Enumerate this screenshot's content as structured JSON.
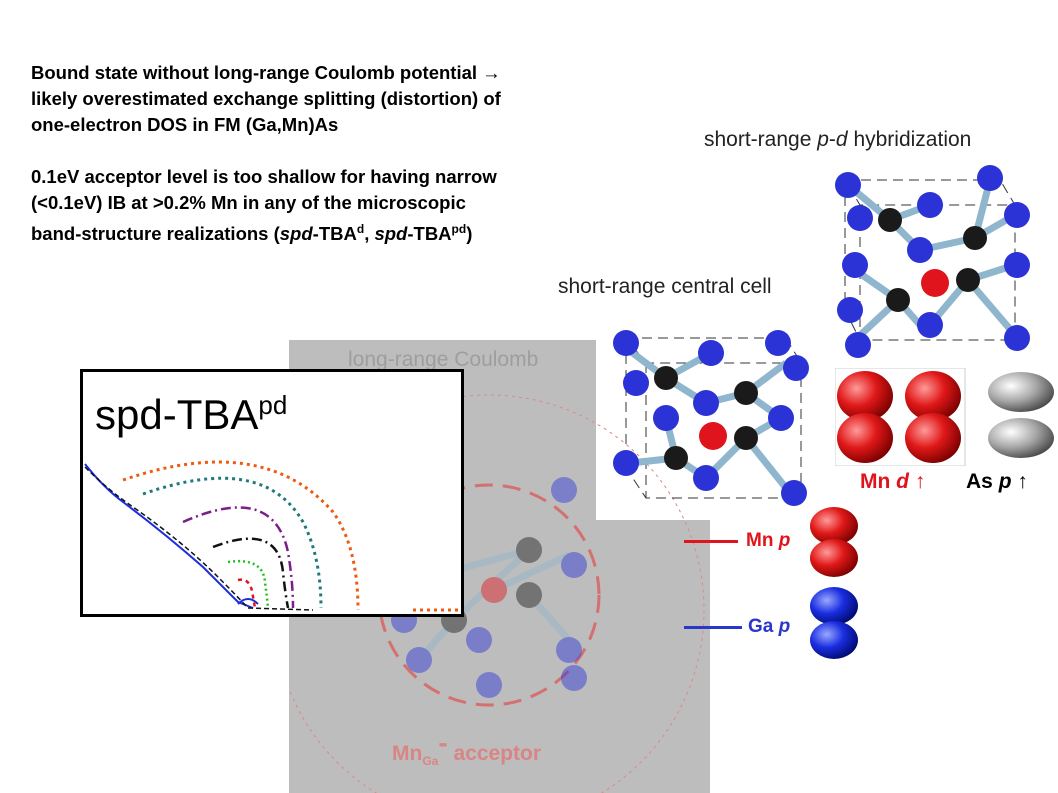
{
  "text": {
    "para1": [
      "Bound state without long-range Coulomb potential →",
      "likely overestimated exchange splitting (distortion) of",
      "one-electron DOS in FM (Ga,Mn)As"
    ],
    "para2_line1": "0.1eV acceptor level is too shallow for having narrow",
    "para2_line2": "(<0.1eV) IB at >0.2% Mn in any of the microscopic",
    "para2_line3_pre": "band-structure realizations (",
    "para2_spd1": "spd",
    "para2_tba1": "-TBA",
    "para2_sup1": "d",
    "para2_sep": ", ",
    "para2_spd2": "spd",
    "para2_tba2": "-TBA",
    "para2_sup2": "pd",
    "para2_end": ")"
  },
  "captions": {
    "pd_pre": "short-range ",
    "pd_p": "p",
    "pd_dash": "-",
    "pd_d": "d",
    "pd_post": " hybridization",
    "central_cell": "short-range central cell",
    "long_range": "long-range Coulomb",
    "acceptor_mn": "Mn",
    "acceptor_sub": "Ga",
    "acceptor_sup": "-",
    "acceptor_word": "acceptor"
  },
  "orbitals": {
    "mn_d": "Mn ",
    "mn_d_i": "d",
    "as_p": "As ",
    "as_p_i": "p",
    "arrow": " ↑",
    "mn_p": "Mn ",
    "mn_p_i": "p",
    "ga_p": "Ga ",
    "ga_p_i": "p"
  },
  "inset": {
    "title": "spd-TBA",
    "title_sup": "pd"
  },
  "colors": {
    "mn_red": "#e0141c",
    "ga_blue": "#2a37c9",
    "as_atom": "#1a1a1a",
    "ga_atom": "#2b33d6",
    "bond": "#8fb6cc"
  }
}
